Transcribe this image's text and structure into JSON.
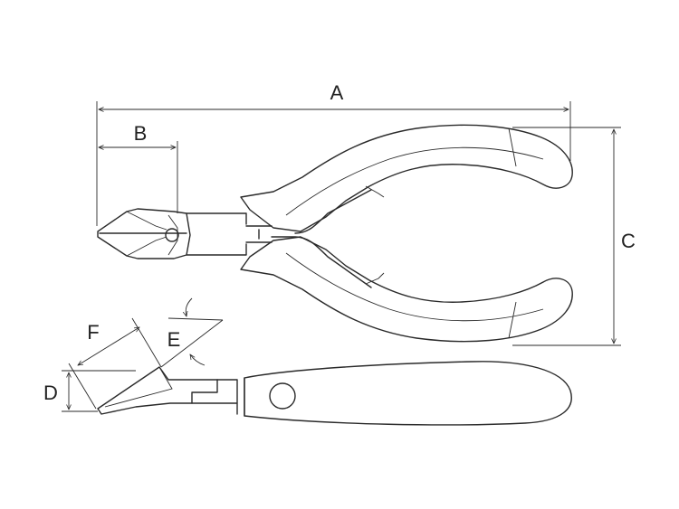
{
  "dimensions": {
    "a": "A",
    "b": "B",
    "c": "C",
    "d": "D",
    "e": "E",
    "f": "F"
  },
  "colors": {
    "line": "#2a2a2a",
    "background": "#ffffff"
  }
}
